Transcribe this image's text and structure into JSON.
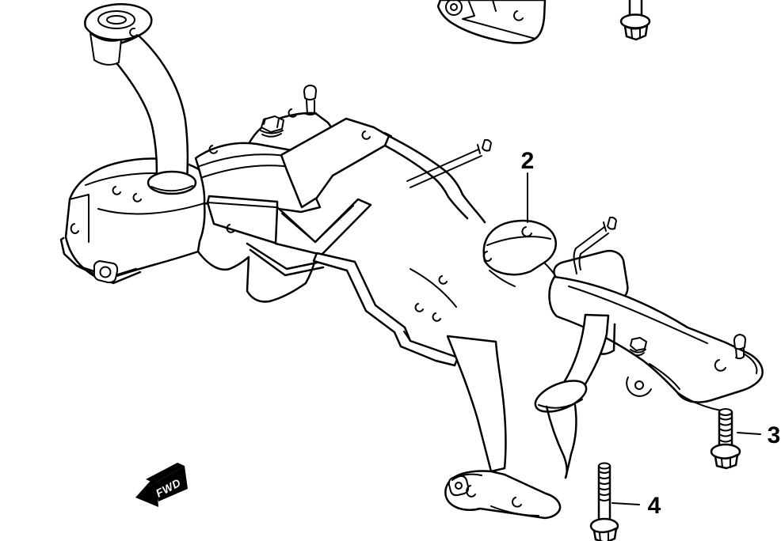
{
  "diagram": {
    "background_color": "#ffffff",
    "line_color": "#000000",
    "fwd_marker": {
      "label": "FWD",
      "fill_color": "#000000",
      "text_color": "#ffffff"
    },
    "callouts": [
      {
        "label": "2"
      },
      {
        "label": "3"
      },
      {
        "label": "4"
      }
    ]
  }
}
